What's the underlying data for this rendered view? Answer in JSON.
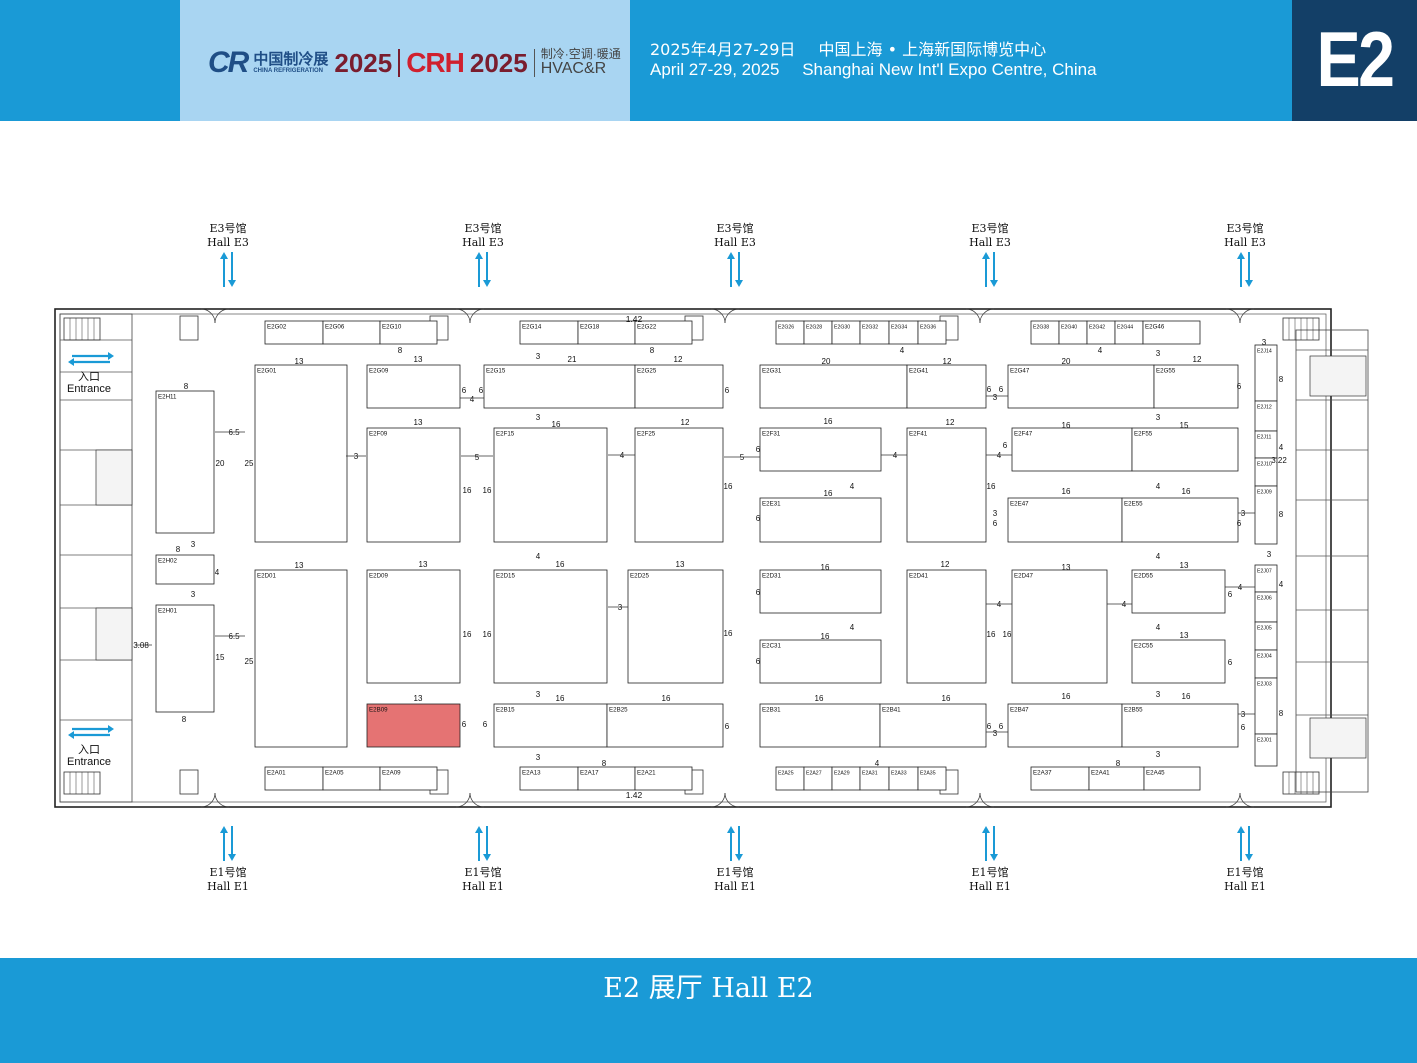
{
  "header": {
    "logo_cr": "CR",
    "logo_cn": "中国制冷展",
    "logo_cn_en": "CHINA REFRIGERATION",
    "logo_year1": "2025",
    "logo_crh": "CRH",
    "logo_year2": "2025",
    "logo_hvac_cn": "制冷·空调·暖通",
    "logo_hvac": "HVAC&R",
    "date_cn": "2025年4月27-29日",
    "venue_cn": "中国上海 • 上海新国际博览中心",
    "date_en": "April 27-29, 2025",
    "venue_en": "Shanghai New Int'l Expo Centre, China",
    "hall": "E2"
  },
  "footer": {
    "title": "E2 展厅 Hall E2"
  },
  "colors": {
    "header_blue": "#1a9ad6",
    "header_light": "#a9d5f2",
    "hall_badge": "#133f67",
    "highlight_booth": "#e57373",
    "arrow": "#1a9ad6"
  },
  "map": {
    "highlighted_booth": "E2B09",
    "top_links": {
      "cn": "E3号馆",
      "en": "Hall E3"
    },
    "bottom_links": {
      "cn": "E1号馆",
      "en": "Hall E1"
    },
    "entrance": {
      "cn": "入口",
      "en": "Entrance"
    },
    "aisle_labels": [
      "1.42",
      "1.42",
      "6.5",
      "6.5",
      "3.08",
      "3.22"
    ],
    "booths": [
      "E2G02",
      "E2G06",
      "E2G10",
      "E2G14",
      "E2G18",
      "E2G22",
      "E2G26",
      "E2G28",
      "E2G30",
      "E2G32",
      "E2G34",
      "E2G36",
      "E2G38",
      "E2G40",
      "E2G42",
      "E2G44",
      "E2G46",
      "E2A01",
      "E2A05",
      "E2A09",
      "E2A13",
      "E2A17",
      "E2A21",
      "E2A25",
      "E2A27",
      "E2A29",
      "E2A31",
      "E2A33",
      "E2A35",
      "E2A37",
      "E2A41",
      "E2A45",
      "E2H11",
      "E2H02",
      "E2H01",
      "E2G01",
      "E2D01",
      "E2G09",
      "E2F09",
      "E2D09",
      "E2B09",
      "E2G15",
      "E2G25",
      "E2F15",
      "E2F25",
      "E2D15",
      "E2D25",
      "E2B15",
      "E2B25",
      "E2G31",
      "E2G41",
      "E2F31",
      "E2E31",
      "E2F41",
      "E2D31",
      "E2C31",
      "E2D41",
      "E2B31",
      "E2B41",
      "E2G47",
      "E2G55",
      "E2F47",
      "E2F55",
      "E2E47",
      "E2E55",
      "E2D47",
      "E2D55",
      "E2C55",
      "E2B47",
      "E2B55",
      "E2J14",
      "E2J12",
      "E2J11",
      "E2J10",
      "E2J09",
      "E2J07",
      "E2J06",
      "E2J05",
      "E2J04",
      "E2J03",
      "E2J01"
    ]
  }
}
